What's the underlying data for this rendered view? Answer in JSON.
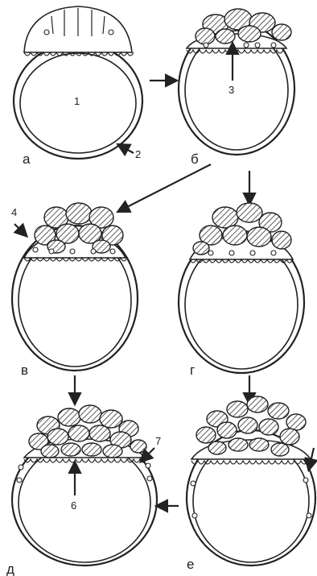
{
  "stages": [
    {
      "key": "a",
      "label": "а"
    },
    {
      "key": "b",
      "label": "б"
    },
    {
      "key": "v",
      "label": "в"
    },
    {
      "key": "g",
      "label": "г"
    },
    {
      "key": "d",
      "label": "д"
    },
    {
      "key": "e",
      "label": "е"
    }
  ],
  "callouts": [
    "1",
    "2",
    "3",
    "4",
    "6",
    "7"
  ]
}
